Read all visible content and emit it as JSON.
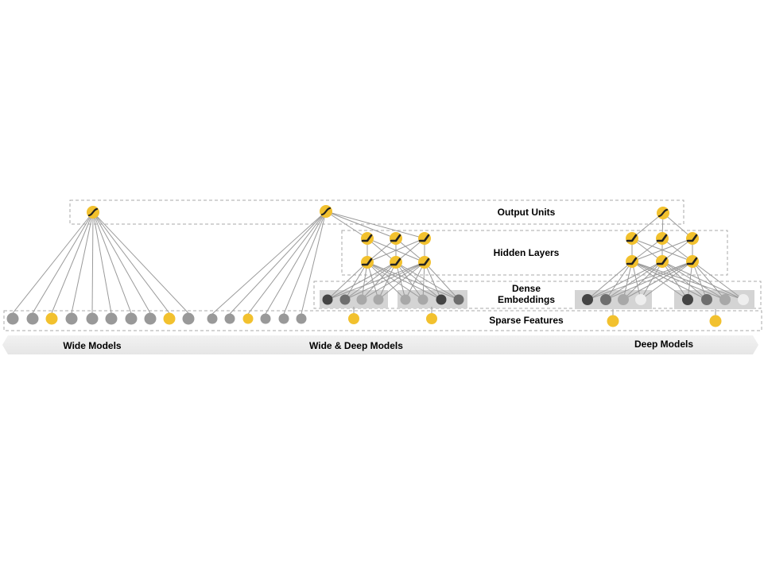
{
  "labels": {
    "output_units": "Output Units",
    "hidden_layers": "Hidden Layers",
    "dense_embeddings_line1": "Dense",
    "dense_embeddings_line2": "Embeddings",
    "sparse_features": "Sparse Features"
  },
  "models": {
    "wide": "Wide Models",
    "wide_deep": "Wide & Deep Models",
    "deep": "Deep Models"
  },
  "colors": {
    "feature_gray": "#999999",
    "feature_yellow": "#f2c12e",
    "edge": "#9a9a9a",
    "dashed_box": "#aaaaaa",
    "embed_bg": "#d4d4d4",
    "banner_bg": "#eeeeee",
    "embed_dark": "#444444",
    "embed_mid": "#6e6e6e",
    "embed_light": "#a8a8a8",
    "embed_white": "#eeeeee"
  },
  "icons": {
    "output_unit": "sigmoid-unit-icon",
    "hidden_unit": "relu-unit-icon"
  },
  "wide_model": {
    "sparse_features": [
      "gray",
      "gray",
      "yellow",
      "gray",
      "gray",
      "gray",
      "gray",
      "gray",
      "yellow",
      "gray"
    ]
  },
  "wide_deep_model": {
    "wide_sparse_features": [
      "gray",
      "gray",
      "yellow",
      "gray",
      "gray",
      "gray"
    ],
    "embedding_groups": [
      [
        "dark",
        "mid",
        "light",
        "light"
      ],
      [
        "light",
        "light",
        "dark",
        "mid"
      ]
    ]
  },
  "deep_model": {
    "embedding_groups": [
      [
        "dark",
        "mid",
        "light",
        "white"
      ],
      [
        "dark",
        "mid",
        "light",
        "white"
      ]
    ]
  }
}
